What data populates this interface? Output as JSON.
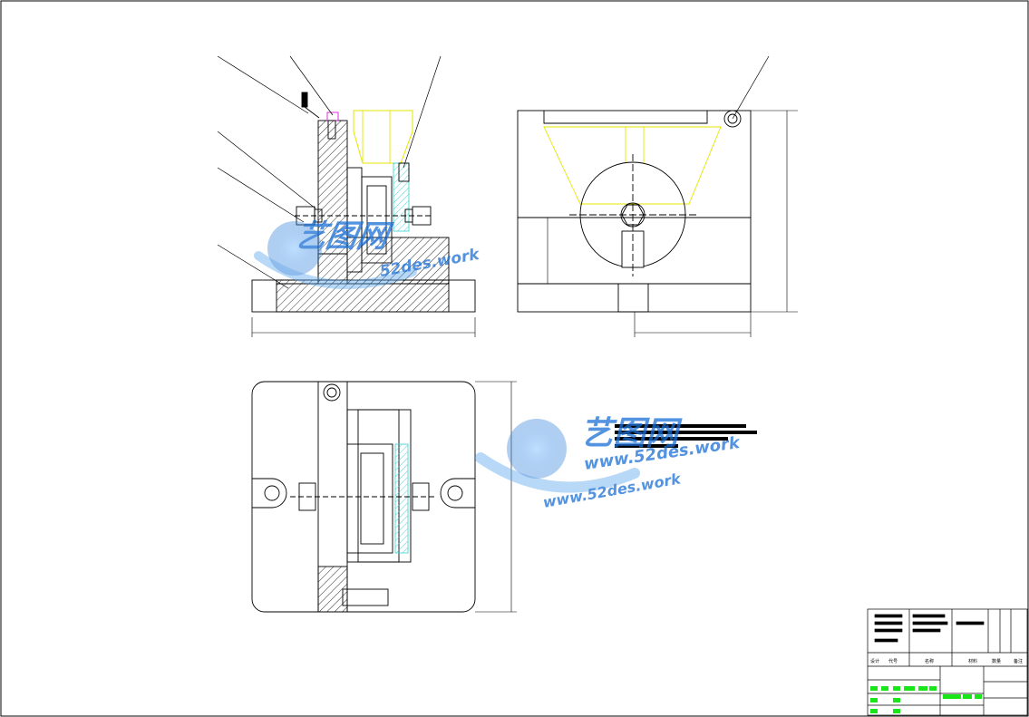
{
  "colors": {
    "line": "#000000",
    "hatch": "#000000",
    "yellow": "#e6e600",
    "cyan": "#4fd4d4",
    "magenta": "#d81ad8",
    "green": "#19e619",
    "watermark": "#1a6fd6"
  },
  "watermark": {
    "brand": "艺图网",
    "domain_upper": "52des.work",
    "domain_lower": "www.52des.work",
    "domain_lower2": "www.52des.work"
  },
  "title_block": {
    "labels": [
      "设计",
      "代号",
      "名称",
      "材料",
      "数量",
      "备注"
    ]
  }
}
